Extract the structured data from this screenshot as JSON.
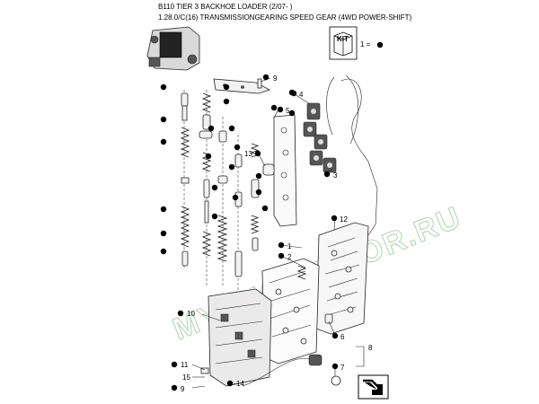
{
  "header": {
    "model_line": "B110 TIER 3 BACKHOE LOADER (2/07- )",
    "section_line": "1.28.0/C(16) TRANSMISSIONGEARING SPEED GEAR (4WD POWER-SHIFT)"
  },
  "kit_box": {
    "kit_label": "KIT",
    "qty_label": "1 =",
    "kit_icon": "kit-box-icon"
  },
  "watermark": "MYEXCAVATOR.RU",
  "callouts": [
    {
      "id": "c9a",
      "label": "9"
    },
    {
      "id": "c4",
      "label": "4"
    },
    {
      "id": "c5",
      "label": "5"
    },
    {
      "id": "c13",
      "label": "13"
    },
    {
      "id": "c3",
      "label": "3"
    },
    {
      "id": "c12",
      "label": "12"
    },
    {
      "id": "c1",
      "label": "1"
    },
    {
      "id": "c2",
      "label": "2"
    },
    {
      "id": "c6",
      "label": "6"
    },
    {
      "id": "c8",
      "label": "8"
    },
    {
      "id": "c7",
      "label": "7"
    },
    {
      "id": "c10",
      "label": "10"
    },
    {
      "id": "c11",
      "label": "11"
    },
    {
      "id": "c15",
      "label": "15"
    },
    {
      "id": "c9b",
      "label": "9"
    },
    {
      "id": "c14",
      "label": "14"
    }
  ],
  "nav_icon": "forward-arrow-icon"
}
